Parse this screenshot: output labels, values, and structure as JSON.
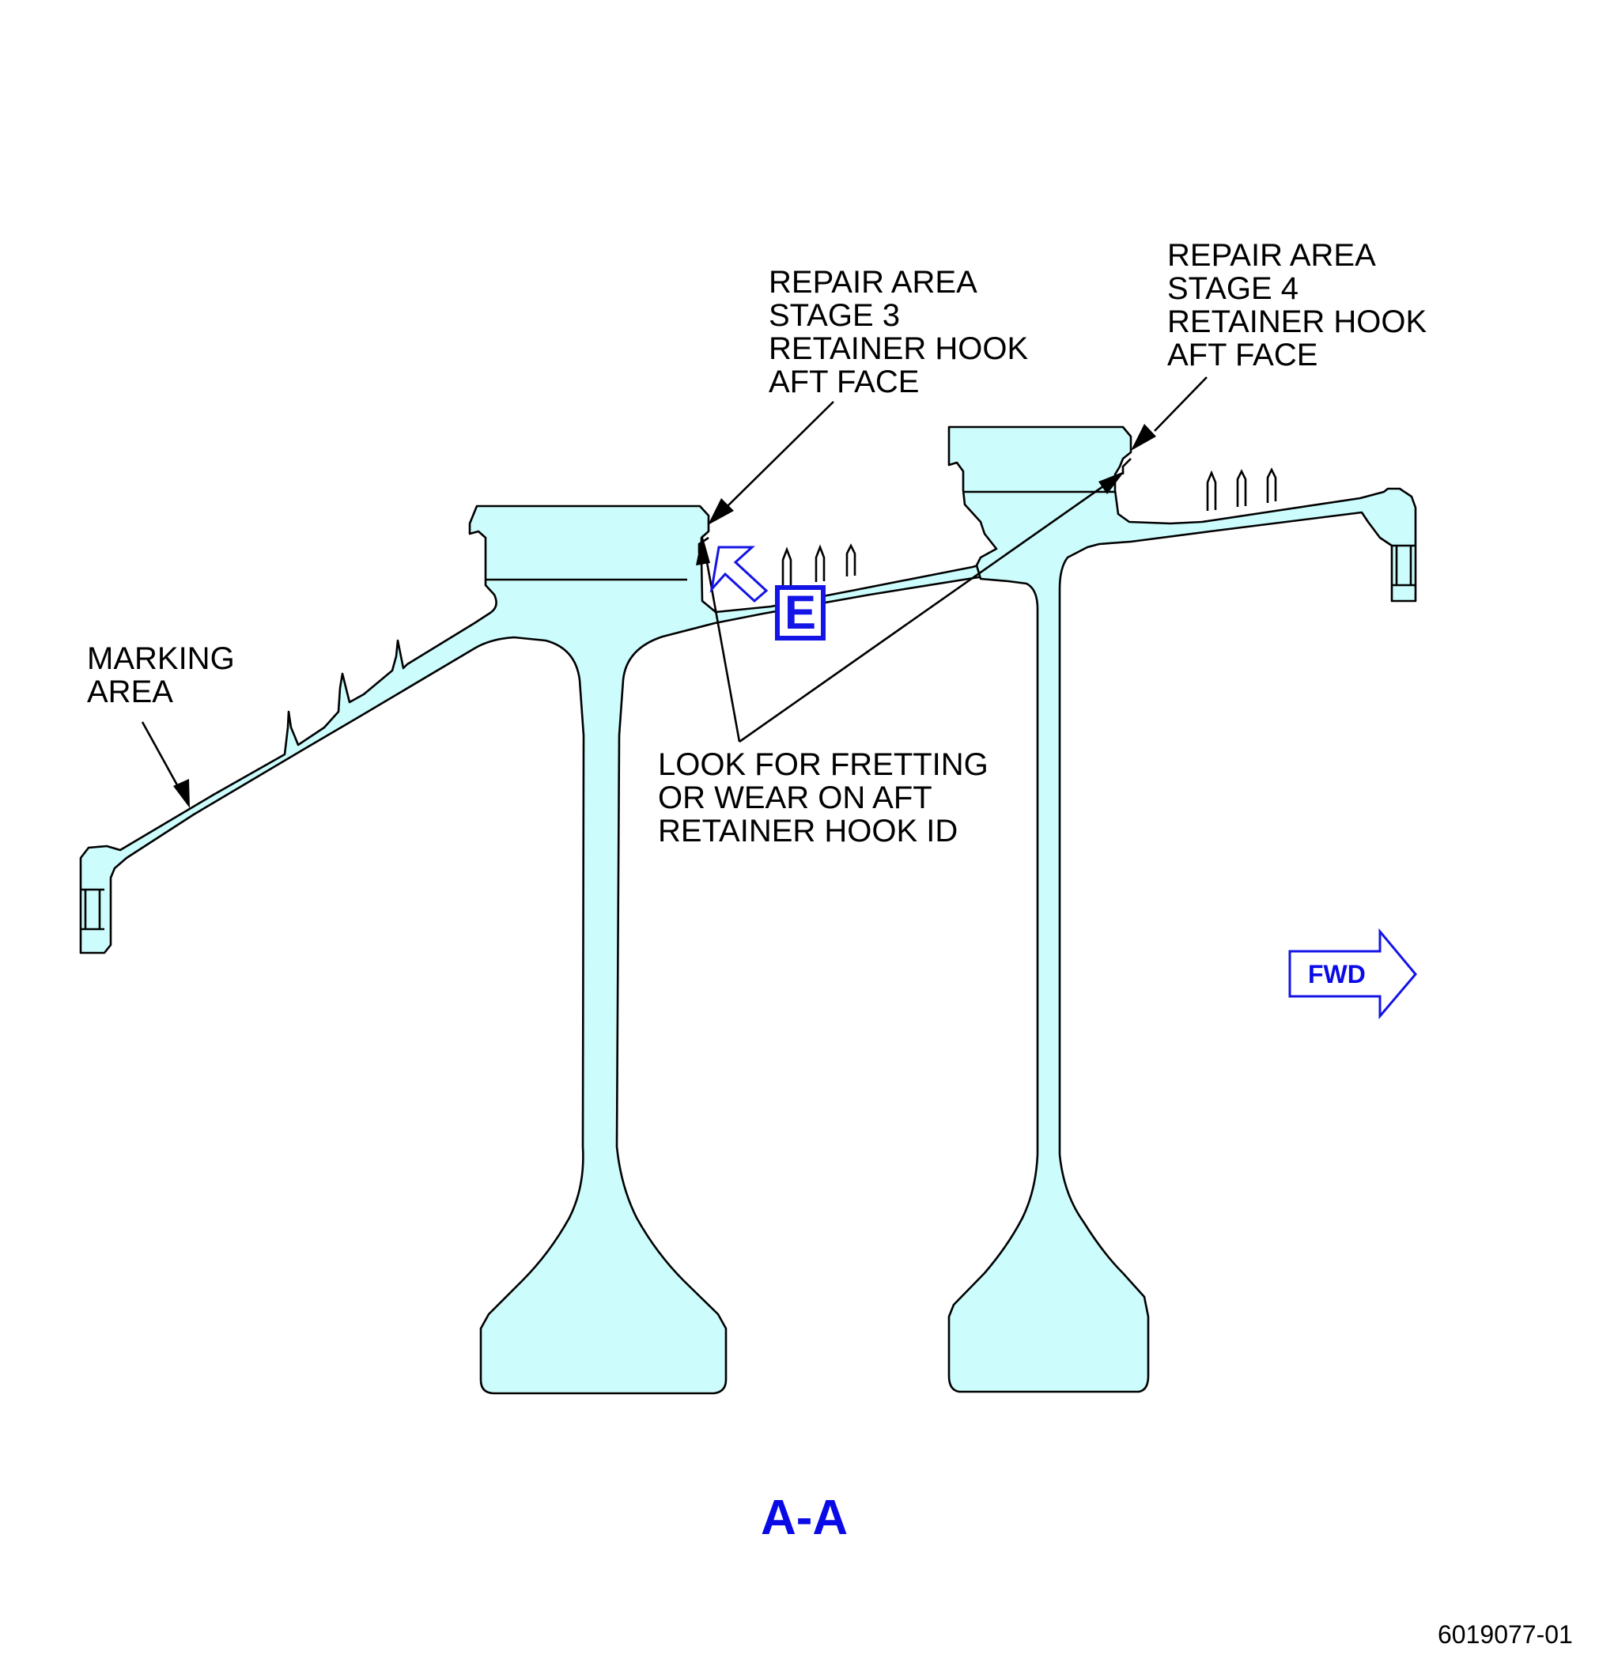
{
  "labels": {
    "repair_stage3": "REPAIR AREA\nSTAGE 3\nRETAINER HOOK\nAFT FACE",
    "repair_stage4": "REPAIR AREA\nSTAGE 4\nRETAINER HOOK\nAFT FACE",
    "marking_area": "MARKING\nAREA",
    "fretting_note": "LOOK FOR FRETTING\nOR WEAR ON AFT\nRETAINER HOOK ID",
    "detail_ref": "E",
    "fwd_arrow": "FWD",
    "section_title": "A-A",
    "figure_number": "6019077-01"
  },
  "colors": {
    "part_fill": "#ccfcfc",
    "outline": "#000000",
    "callout_blue": "#1414e6"
  }
}
